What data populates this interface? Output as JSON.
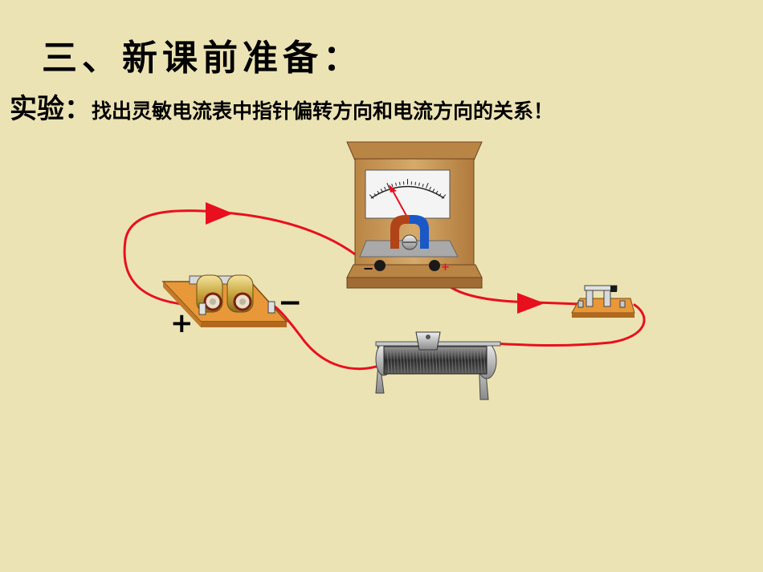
{
  "slide": {
    "title": "三、新课前准备：",
    "experiment_label": "实验：",
    "experiment_text": "找出灵敏电流表中指针偏转方向和电流方向的关系！"
  },
  "battery": {
    "positive_sign": "+",
    "negative_sign": "−"
  },
  "galvanometer": {
    "terminal_minus": "−",
    "terminal_plus": "+"
  },
  "colors": {
    "background": "#ECE3B4",
    "wire": "#E8101E",
    "wood": "#C89A5C",
    "board": "#E89838",
    "magnet_red": "#B04418",
    "magnet_blue": "#1A58C8"
  }
}
